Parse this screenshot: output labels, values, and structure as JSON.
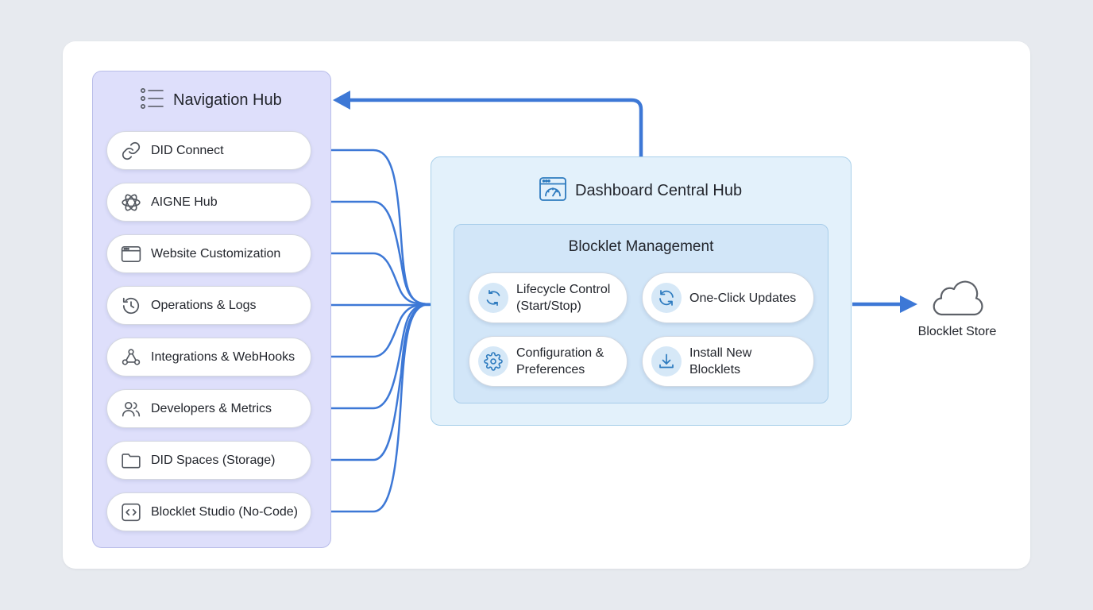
{
  "navigation_hub": {
    "title": "Navigation Hub",
    "title_icon": "list-icon",
    "items": [
      {
        "label": "DID Connect",
        "icon": "link-icon"
      },
      {
        "label": "AIGNE Hub",
        "icon": "ai-knot-icon"
      },
      {
        "label": "Website Customization",
        "icon": "browser-window-icon"
      },
      {
        "label": "Operations & Logs",
        "icon": "history-clock-icon"
      },
      {
        "label": "Integrations & WebHooks",
        "icon": "webhook-icon"
      },
      {
        "label": "Developers & Metrics",
        "icon": "users-icon"
      },
      {
        "label": "DID Spaces (Storage)",
        "icon": "folder-icon"
      },
      {
        "label": "Blocklet Studio (No-Code)",
        "icon": "code-brackets-icon"
      }
    ]
  },
  "dashboard": {
    "title": "Dashboard Central Hub",
    "title_icon": "dashboard-gauge-icon",
    "management": {
      "title": "Blocklet Management",
      "actions": [
        {
          "label": "Lifecycle Control\n(Start/Stop)",
          "icon": "lifecycle-cycle-icon"
        },
        {
          "label": "One-Click Updates",
          "icon": "refresh-icon"
        },
        {
          "label": "Configuration &\nPreferences",
          "icon": "settings-gear-icon"
        },
        {
          "label": "Install New\nBlocklets",
          "icon": "download-icon"
        }
      ]
    }
  },
  "store": {
    "label": "Blocklet Store",
    "icon": "cloud-icon"
  },
  "colors": {
    "connector": "#3d78d6",
    "icon_blue": "#2e7bbf",
    "nav_panel_bg": "#dedffb",
    "dashboard_bg": "#e3f1fb"
  }
}
